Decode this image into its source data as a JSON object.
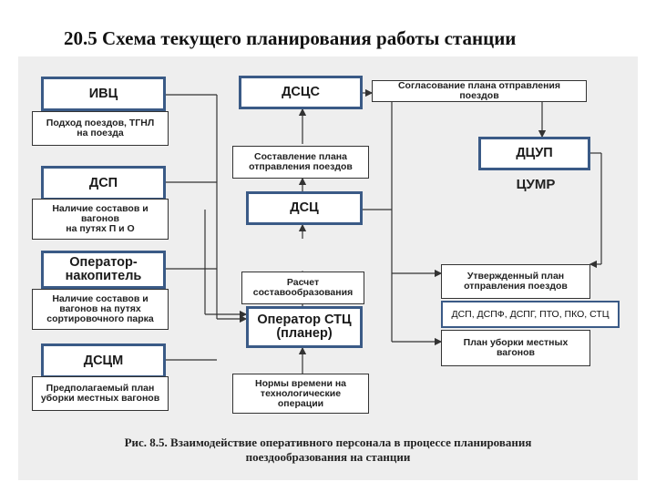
{
  "title": "20.5   Схема текущего планирования работы станции",
  "caption": "Рис. 8.5. Взаимодействие оперативного персонала в процессе планирования\nпоездообразования на станции",
  "overlay_text": "ДСП, ДСПФ, ДСПГ, ПТО, ПКО, СТЦ",
  "boxes": {
    "ivc": "ИВЦ",
    "podhod": "Подход поездов, ТГНЛ\nна поезда",
    "dsp": "ДСП",
    "nalichie1": "Наличие составов и\nвагонов\nна путях П и О",
    "operator_nak": "Оператор-\nнакопитель",
    "nalichie2": "Наличие составов и\nвагонов на путях\nсортировочного парка",
    "dscm": "ДСЦМ",
    "predpl": "Предполагаемый план\nуборки местных вагонов",
    "dscs": "ДСЦС",
    "sostav_plan": "Составление плана\nотправления поездов",
    "dsc": "ДСЦ",
    "raschet": "Расчет\nсоставообразования",
    "operator_stc": "Оператор СТЦ\n(планер)",
    "normy": "Нормы времени на\nтехнологические\nоперации",
    "soglas": "Согласование плана отправления\nпоездов",
    "dcup": "ДЦУП",
    "cumr": "ЦУМР",
    "utv_plan": "Утвержденный план\nотправления поездов",
    "plan_uborki": "План уборки местных\nвагонов"
  }
}
